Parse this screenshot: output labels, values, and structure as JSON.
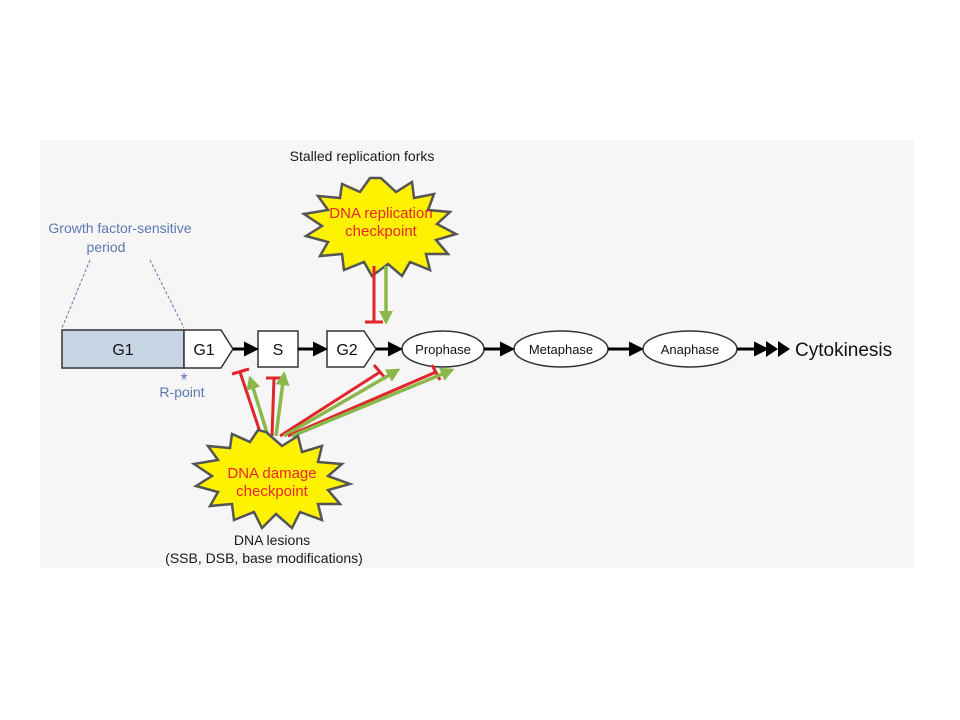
{
  "top_note": "Stalled replication forks",
  "replication_checkpoint": {
    "line1": "DNA replication",
    "line2": "checkpoint"
  },
  "growth_factor": {
    "line1": "Growth factor-sensitive",
    "line2": "period"
  },
  "phases": {
    "g1_long": "G1",
    "g1": "G1",
    "s": "S",
    "g2": "G2",
    "prophase": "Prophase",
    "metaphase": "Metaphase",
    "anaphase": "Anaphase",
    "cytokinesis": "Cytokinesis"
  },
  "r_point": {
    "mark": "*",
    "label": "R-point"
  },
  "damage_checkpoint": {
    "line1": "DNA damage",
    "line2": "checkpoint"
  },
  "bottom_note": {
    "line1": "DNA lesions",
    "line2": "(SSB, DSB, base modifications)"
  },
  "colors": {
    "panel": "#f7f6f6",
    "g1_fill": "#c7d4e4",
    "blue_text": "#5a78b0",
    "checkpoint_fill": "#fff200",
    "checkpoint_text": "#e8262e",
    "inhibit_red": "#e0262b",
    "activate_green": "#8ab84a"
  }
}
